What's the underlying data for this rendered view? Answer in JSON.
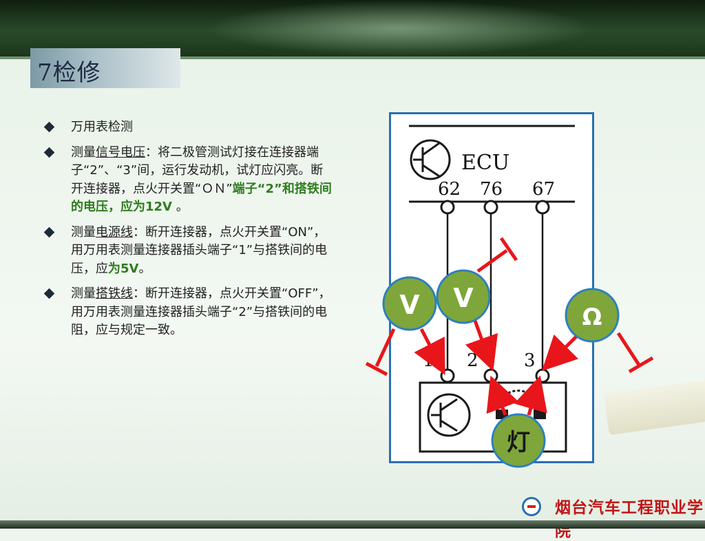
{
  "title": "7检修",
  "bullets": [
    {
      "text": "万用表检测"
    },
    {
      "pre": "测量",
      "link": "信号电压",
      "mid": "：将二极管测试灯接在连接器端子“2”、“3”间，运行发动机，试灯应闪亮。断开连接器，点火开关置“ＯＮ”",
      "bold": "端子“2”和搭铁间的电压，应为12V",
      "post": " 。"
    },
    {
      "pre": "测量",
      "link": "电源线",
      "mid": "：断开连接器，点火开关置“ON”，用万用表测量连接器插头端子“1”与搭铁间的电压，应",
      "bold": "为5V",
      "post": "。"
    },
    {
      "pre": "测量",
      "link": "搭铁线",
      "mid": "：断开连接器，点火开关置“OFF”，用万用表测量连接器插头端子“2”与搭铁间的电阻，应与规定一致。",
      "bold": "",
      "post": ""
    }
  ],
  "diagram": {
    "ecu_label": "ECU",
    "ecu_pins": [
      "62",
      "76",
      "67"
    ],
    "connector_pins": [
      "1",
      "2",
      "3"
    ],
    "meter1": "V",
    "meter2": "V",
    "meter3": "Ω",
    "lamp": "灯"
  },
  "colors": {
    "meter_fill": "#7ea63a",
    "arrow": "#e8161b",
    "frame": "#2a6fb0",
    "title_text": "#1e2a44"
  },
  "footer": {
    "school": "烟台汽车工程职业学院"
  }
}
